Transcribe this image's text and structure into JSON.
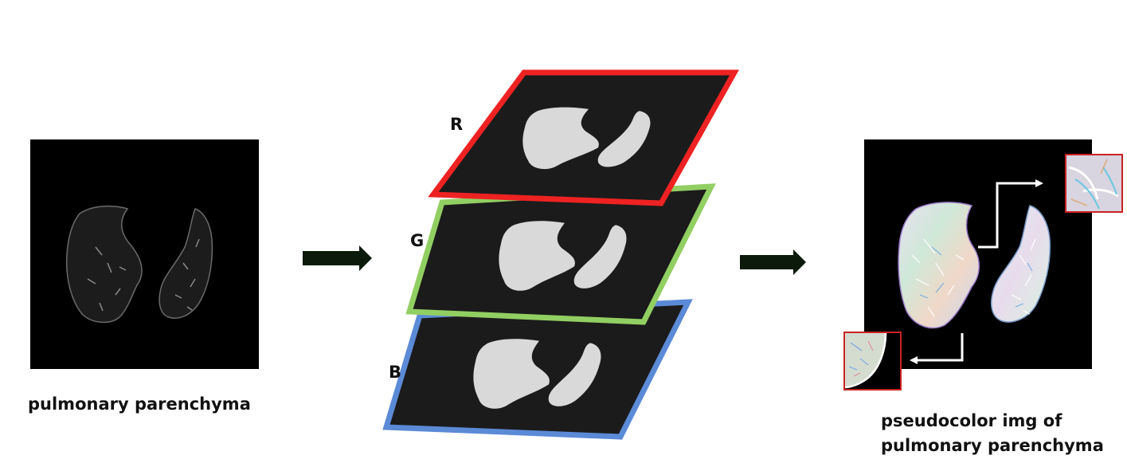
{
  "input": {
    "caption": "pulmonary parenchyma"
  },
  "channels": [
    {
      "label": "R",
      "color": "#ee2222"
    },
    {
      "label": "G",
      "color": "#92cf62"
    },
    {
      "label": "B",
      "color": "#5b8ad6"
    }
  ],
  "output": {
    "caption_line1": "pseudocolor img of",
    "caption_line2": "pulmonary parenchyma"
  },
  "colors": {
    "image_background": "#000000",
    "slice_background": "#1b1b1b",
    "arrow": "#0c1a0c",
    "zoom_border": "#cc2222",
    "connector": "#ffffff"
  }
}
